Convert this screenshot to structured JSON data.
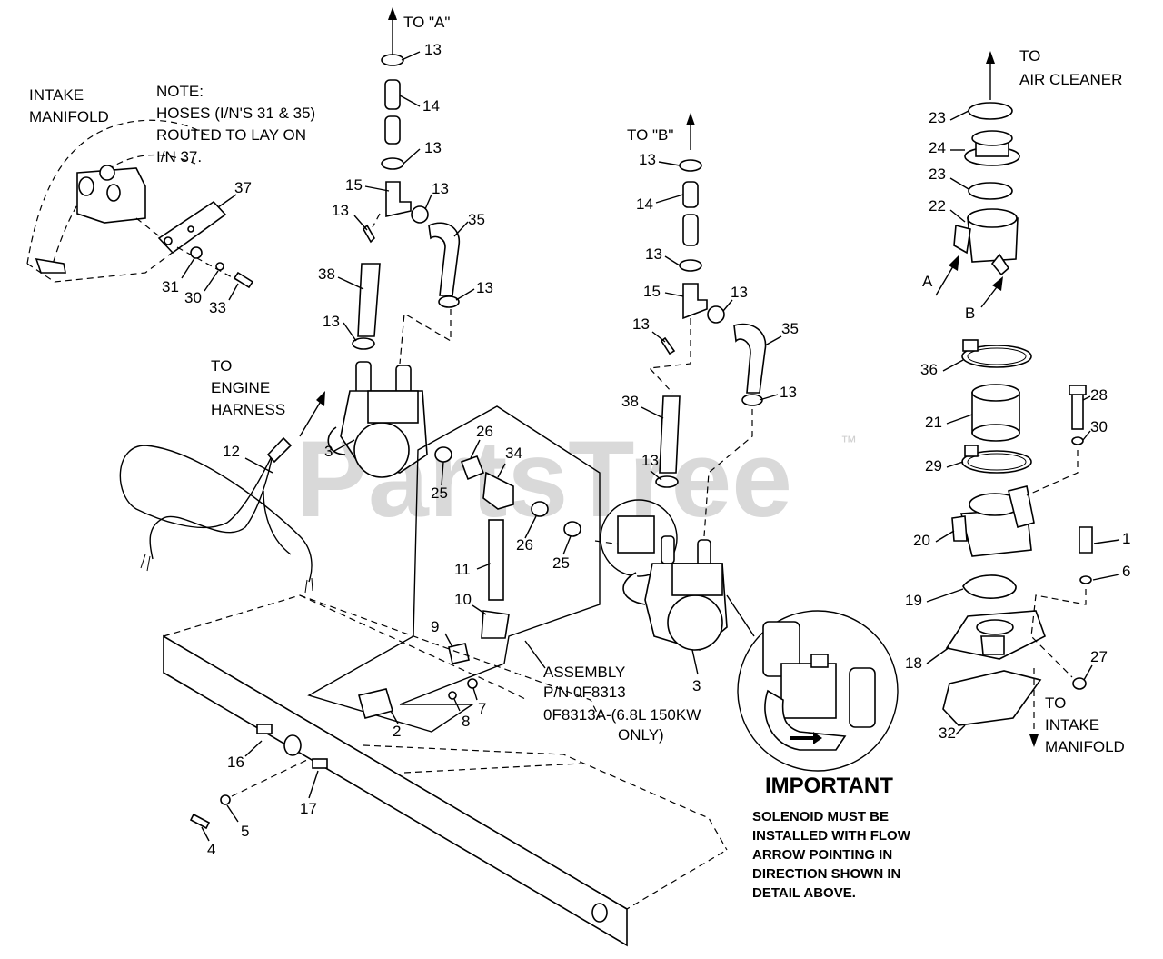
{
  "watermark": "PartsTree",
  "trademark": "™",
  "notes": {
    "intake_manifold": [
      "INTAKE",
      "MANIFOLD"
    ],
    "hose_note": [
      "NOTE:",
      "HOSES (I/N'S 31 & 35)",
      "ROUTED TO LAY ON",
      "I/N 37."
    ],
    "to_a": "TO \"A\"",
    "to_b": "TO \"B\"",
    "to_air_cleaner": [
      "TO",
      "AIR CLEANER"
    ],
    "to_engine_harness": [
      "TO",
      "ENGINE",
      "HARNESS"
    ],
    "to_intake_manifold": [
      "TO",
      "INTAKE",
      "MANIFOLD"
    ],
    "assembly": [
      "ASSEMBLY",
      "P/N 0F8313",
      "0F8313A-(6.8L 150KW",
      "ONLY)"
    ],
    "arrow_a": "A",
    "arrow_b": "B"
  },
  "important": {
    "title": "IMPORTANT",
    "lines": [
      "SOLENOID MUST BE",
      "INSTALLED WITH FLOW",
      "ARROW POINTING IN",
      "DIRECTION SHOWN IN",
      "DETAIL ABOVE."
    ]
  },
  "callouts": [
    "13",
    "14",
    "13",
    "15",
    "13",
    "13",
    "35",
    "37",
    "31",
    "30",
    "33",
    "38",
    "13",
    "13",
    "3",
    "12",
    "26",
    "34",
    "25",
    "11",
    "26",
    "25",
    "10",
    "9",
    "8",
    "7",
    "2",
    "16",
    "17",
    "5",
    "4",
    "13",
    "14",
    "13",
    "15",
    "13",
    "13",
    "35",
    "38",
    "13",
    "13",
    "3",
    "23",
    "24",
    "23",
    "22",
    "36",
    "21",
    "28",
    "30",
    "29",
    "20",
    "1",
    "6",
    "19",
    "18",
    "27",
    "32"
  ]
}
